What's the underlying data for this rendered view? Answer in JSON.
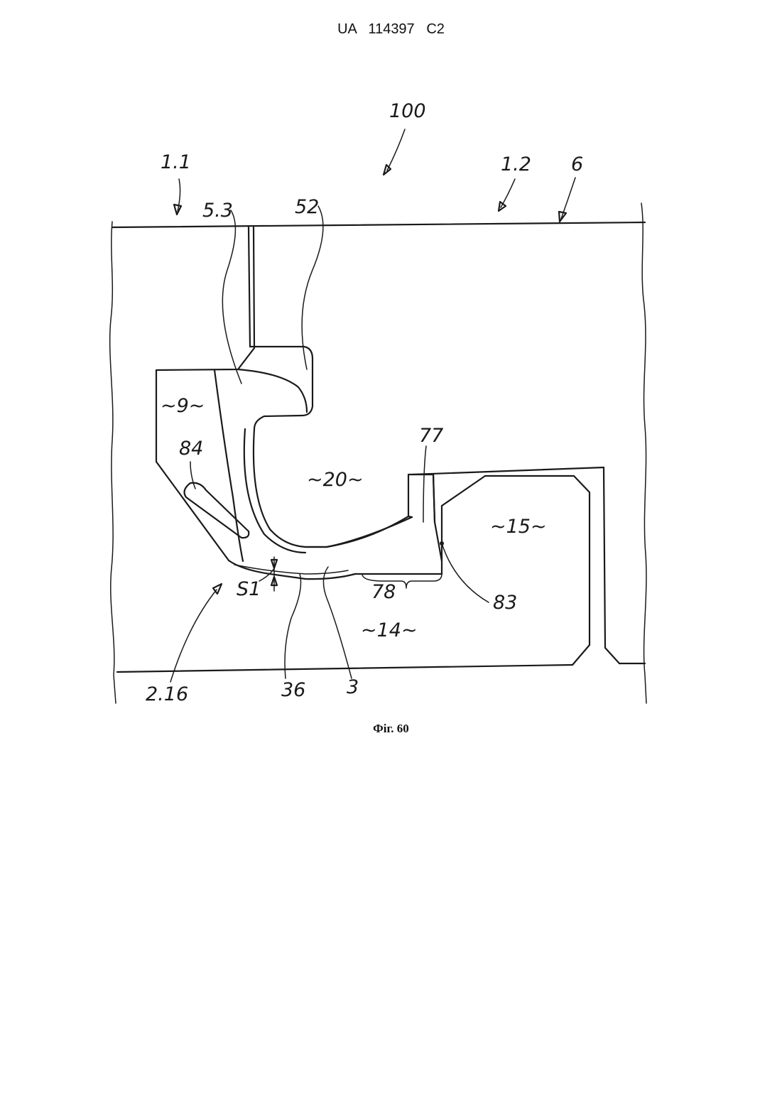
{
  "header": {
    "text": "UA   114397   C2"
  },
  "figure": {
    "caption": "Фіг. 60",
    "labels": {
      "l100": "100",
      "l1_1": "1.1",
      "l1_2": "1.2",
      "l6": "6",
      "l5_3": "5.3",
      "l52": "52",
      "l9": "~9~",
      "l84": "84",
      "l77": "77",
      "l20": "~20~",
      "l15": "~15~",
      "l78": "78",
      "l83": "83",
      "l51": "S1",
      "l14": "~14~",
      "l2_16": "2.16",
      "l36": "36",
      "l3": "3"
    }
  }
}
